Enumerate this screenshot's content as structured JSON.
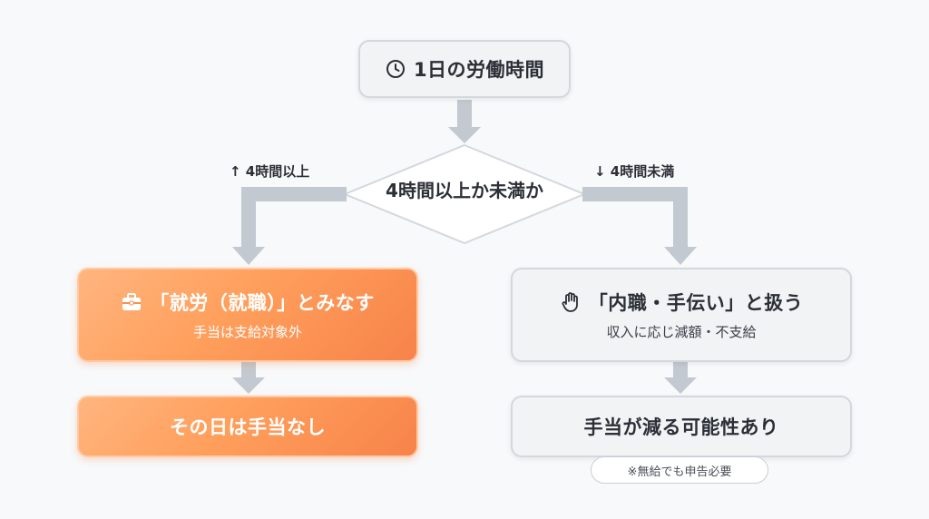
{
  "start": {
    "icon": "clock-icon",
    "label": "1日の労働時間"
  },
  "decision": {
    "label": "4時間以上か未満か"
  },
  "branches": {
    "left_label": "↑ 4時間以上",
    "right_label": "↓ 4時間未満"
  },
  "left": {
    "box1": {
      "icon": "briefcase-icon",
      "title": "「就労（就職）」とみなす",
      "subtitle": "手当は支給対象外"
    },
    "box2": {
      "title": "その日は手当なし"
    }
  },
  "right": {
    "box1": {
      "icon": "hand-icon",
      "title": "「内職・手伝い」と扱う",
      "subtitle": "収入に応じ減額・不支給"
    },
    "box2": {
      "title": "手当が減る可能性あり"
    },
    "note": "※無給でも申告必要"
  },
  "colors": {
    "accent_orange": "#ff9f5c",
    "neutral_box": "#f1f3f5",
    "connector": "#c3c9d0"
  }
}
